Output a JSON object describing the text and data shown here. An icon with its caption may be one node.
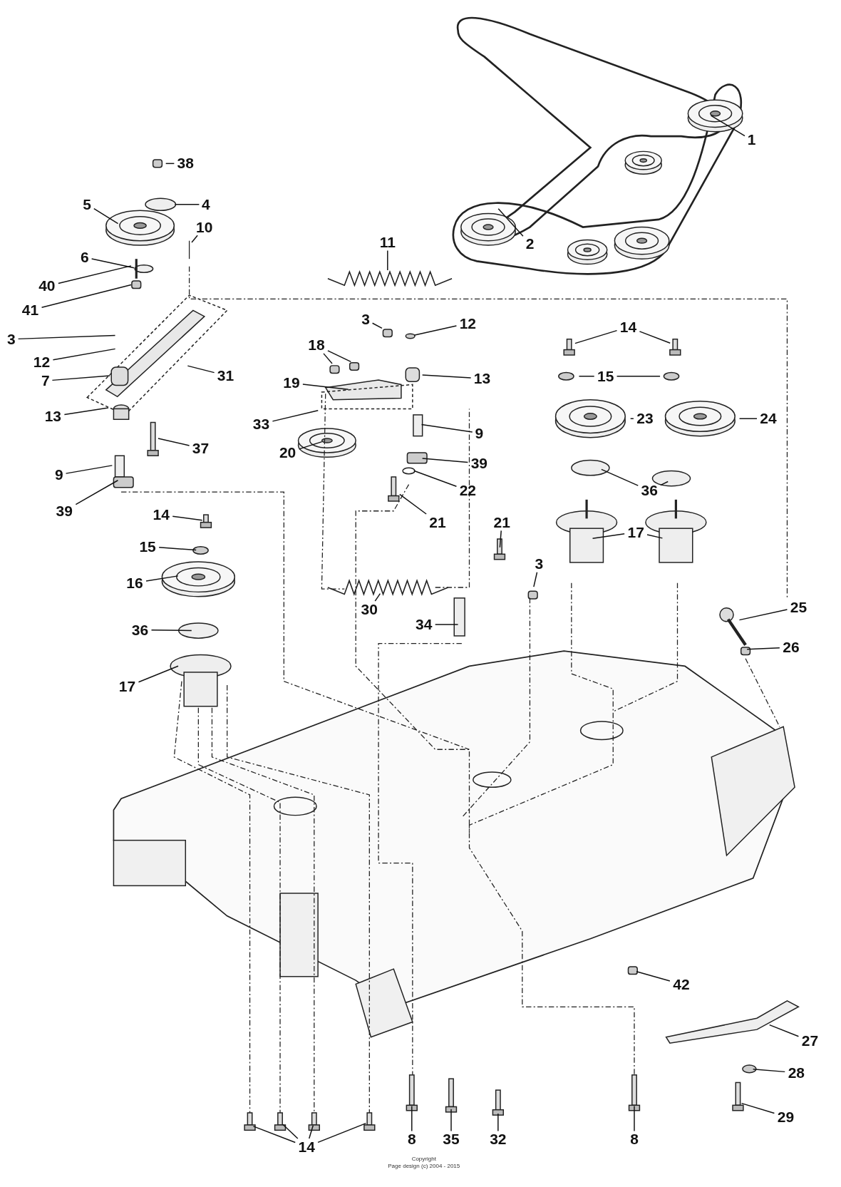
{
  "diagram": {
    "nodes": [
      {
        "text": [
          "1"
        ]
      },
      {
        "text": [
          "2"
        ]
      },
      {
        "text": [
          "38"
        ]
      },
      {
        "text": [
          "5"
        ]
      },
      {
        "text": [
          "4"
        ]
      },
      {
        "text": [
          "6"
        ]
      },
      {
        "text": [
          "10"
        ]
      },
      {
        "text": [
          "40"
        ]
      },
      {
        "text": [
          "41"
        ]
      },
      {
        "text": [
          "3"
        ]
      },
      {
        "text": [
          "12"
        ]
      },
      {
        "text": [
          "31"
        ]
      },
      {
        "text": [
          "7"
        ]
      },
      {
        "text": [
          "13"
        ]
      },
      {
        "text": [
          "37"
        ]
      },
      {
        "text": [
          "9"
        ]
      },
      {
        "text": [
          "39"
        ]
      },
      {
        "text": [
          "11"
        ]
      },
      {
        "text": [
          "3"
        ]
      },
      {
        "text": [
          "12"
        ]
      },
      {
        "text": [
          "18"
        ]
      },
      {
        "text": [
          "19"
        ]
      },
      {
        "text": [
          "13"
        ]
      },
      {
        "text": [
          "33"
        ]
      },
      {
        "text": [
          "20"
        ]
      },
      {
        "text": [
          "9"
        ]
      },
      {
        "text": [
          "39"
        ]
      },
      {
        "text": [
          "22"
        ]
      },
      {
        "text": [
          "21"
        ]
      },
      {
        "text": [
          "14"
        ]
      },
      {
        "text": [
          "15"
        ]
      },
      {
        "text": [
          "23"
        ]
      },
      {
        "text": [
          "24"
        ]
      },
      {
        "text": [
          "36"
        ]
      },
      {
        "text": [
          "17"
        ]
      },
      {
        "text": [
          "14"
        ]
      },
      {
        "text": [
          "15"
        ]
      },
      {
        "text": [
          "16"
        ]
      },
      {
        "text": [
          "36"
        ]
      },
      {
        "text": [
          "17"
        ]
      },
      {
        "text": [
          "21"
        ]
      },
      {
        "text": [
          "3"
        ]
      },
      {
        "text": [
          "30"
        ]
      },
      {
        "text": [
          "34"
        ]
      },
      {
        "text": [
          "25"
        ]
      },
      {
        "text": [
          "26"
        ]
      },
      {
        "text": [
          "42"
        ]
      },
      {
        "text": [
          "27"
        ]
      },
      {
        "text": [
          "28"
        ]
      },
      {
        "text": [
          "29"
        ]
      },
      {
        "text": [
          "8"
        ]
      },
      {
        "text": [
          "35"
        ]
      },
      {
        "text": [
          "32"
        ]
      },
      {
        "text": [
          "8"
        ]
      },
      {
        "text": [
          "14"
        ]
      }
    ],
    "edges": [
      {
        "from": 0,
        "to": null,
        "arrow": "none"
      },
      {
        "from": 1,
        "to": null,
        "arrow": "none"
      },
      {
        "from": 2,
        "to": null,
        "arrow": "none"
      },
      {
        "from": 3,
        "to": null,
        "arrow": "none"
      },
      {
        "from": 4,
        "to": null,
        "arrow": "none"
      },
      {
        "from": 5,
        "to": null,
        "arrow": "none"
      },
      {
        "from": 6,
        "to": null,
        "arrow": "none"
      },
      {
        "from": 7,
        "to": null,
        "arrow": "none"
      },
      {
        "from": 8,
        "to": null,
        "arrow": "none"
      },
      {
        "from": 9,
        "to": null,
        "arrow": "none"
      },
      {
        "from": 10,
        "to": null,
        "arrow": "none"
      },
      {
        "from": 11,
        "to": null,
        "arrow": "none"
      },
      {
        "from": 12,
        "to": null,
        "arrow": "none"
      },
      {
        "from": 13,
        "to": null,
        "arrow": "none"
      },
      {
        "from": 14,
        "to": null,
        "arrow": "none"
      },
      {
        "from": 15,
        "to": null,
        "arrow": "none"
      },
      {
        "from": 16,
        "to": null,
        "arrow": "none"
      },
      {
        "from": 17,
        "to": null,
        "arrow": "none"
      },
      {
        "from": 18,
        "to": null,
        "arrow": "none"
      },
      {
        "from": 19,
        "to": null,
        "arrow": "none"
      },
      {
        "from": 20,
        "to": null,
        "arrow": "none"
      },
      {
        "from": 20,
        "to": null,
        "arrow": "none"
      },
      {
        "from": 21,
        "to": null,
        "arrow": "none"
      },
      {
        "from": 22,
        "to": null,
        "arrow": "none"
      },
      {
        "from": 23,
        "to": null,
        "arrow": "none"
      },
      {
        "from": 24,
        "to": null,
        "arrow": "none"
      },
      {
        "from": 25,
        "to": null,
        "arrow": "none"
      },
      {
        "from": 26,
        "to": null,
        "arrow": "none"
      },
      {
        "from": 27,
        "to": null,
        "arrow": "none"
      },
      {
        "from": 28,
        "to": null,
        "arrow": "none"
      },
      {
        "from": 29,
        "to": null,
        "arrow": "none"
      },
      {
        "from": 29,
        "to": null,
        "arrow": "none"
      },
      {
        "from": 30,
        "to": null,
        "arrow": "none"
      },
      {
        "from": 30,
        "to": null,
        "arrow": "none"
      },
      {
        "from": 31,
        "to": null,
        "arrow": "none"
      },
      {
        "from": 32,
        "to": null,
        "arrow": "none"
      },
      {
        "from": 33,
        "to": null,
        "arrow": "none"
      },
      {
        "from": 33,
        "to": null,
        "arrow": "none"
      },
      {
        "from": 34,
        "to": null,
        "arrow": "none"
      },
      {
        "from": 34,
        "to": null,
        "arrow": "none"
      },
      {
        "from": 35,
        "to": null,
        "arrow": "none"
      },
      {
        "from": 36,
        "to": null,
        "arrow": "none"
      },
      {
        "from": 37,
        "to": null,
        "arrow": "none"
      },
      {
        "from": 38,
        "to": null,
        "arrow": "none"
      },
      {
        "from": 39,
        "to": null,
        "arrow": "none"
      },
      {
        "from": 40,
        "to": null,
        "arrow": "none"
      },
      {
        "from": 41,
        "to": null,
        "arrow": "none"
      },
      {
        "from": 42,
        "to": null,
        "arrow": "none"
      },
      {
        "from": 43,
        "to": null,
        "arrow": "none"
      },
      {
        "from": 44,
        "to": null,
        "arrow": "none"
      },
      {
        "from": 45,
        "to": null,
        "arrow": "none"
      },
      {
        "from": 46,
        "to": null,
        "arrow": "none"
      },
      {
        "from": 47,
        "to": null,
        "arrow": "none"
      },
      {
        "from": 48,
        "to": null,
        "arrow": "none"
      },
      {
        "from": 49,
        "to": null,
        "arrow": "none"
      },
      {
        "from": 50,
        "to": null,
        "arrow": "none"
      },
      {
        "from": 51,
        "to": null,
        "arrow": "none"
      },
      {
        "from": 52,
        "to": null,
        "arrow": "none"
      },
      {
        "from": 53,
        "to": null,
        "arrow": "none"
      },
      {
        "from": 54,
        "to": null,
        "arrow": "none"
      },
      {
        "from": 54,
        "to": null,
        "arrow": "none"
      },
      {
        "from": 54,
        "to": null,
        "arrow": "none"
      },
      {
        "from": 54,
        "to": null,
        "arrow": "none"
      }
    ],
    "labels": [
      "Copyright",
      "Page design (c) 2004 - 2015"
    ]
  }
}
